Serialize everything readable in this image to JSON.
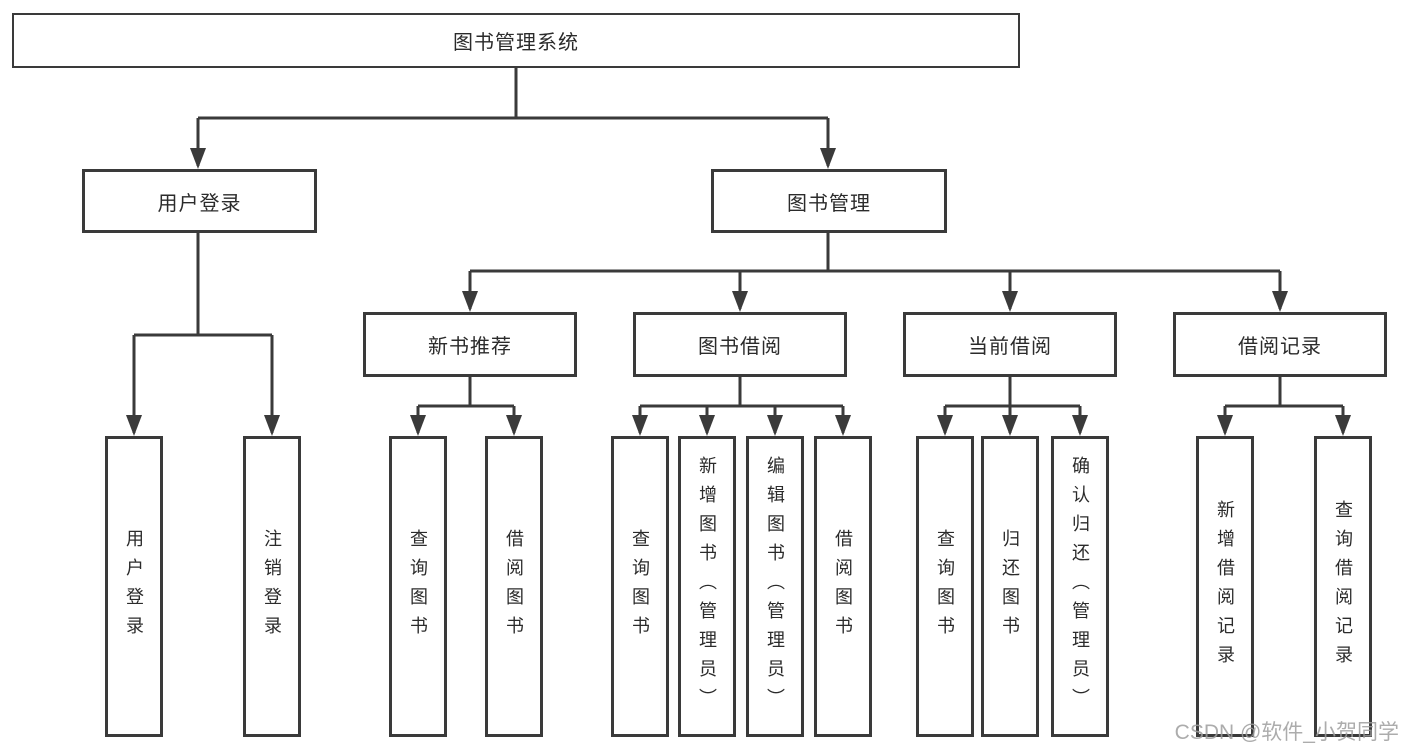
{
  "tree": {
    "label": "图书管理系统",
    "children": [
      {
        "label": "用户登录",
        "children": [
          {
            "label": "用户登录"
          },
          {
            "label": "注销登录"
          }
        ]
      },
      {
        "label": "图书管理",
        "children": [
          {
            "label": "新书推荐",
            "children": [
              {
                "label": "查询图书"
              },
              {
                "label": "借阅图书"
              }
            ]
          },
          {
            "label": "图书借阅",
            "children": [
              {
                "label": "查询图书"
              },
              {
                "label": "新增图书（管理员）"
              },
              {
                "label": "编辑图书（管理员）"
              },
              {
                "label": "借阅图书"
              }
            ]
          },
          {
            "label": "当前借阅",
            "children": [
              {
                "label": "查询图书"
              },
              {
                "label": "归还图书"
              },
              {
                "label": "确认归还（管理员）"
              }
            ]
          },
          {
            "label": "借阅记录",
            "children": [
              {
                "label": "新增借阅记录"
              },
              {
                "label": "查询借阅记录"
              }
            ]
          }
        ]
      }
    ]
  },
  "watermark": "CSDN @软件_小贺同学",
  "colors": {
    "line": "#3a3a3a",
    "box_border": "#3a3a3a",
    "box_fill": "#ffffff",
    "text": "#2b2b2b",
    "background": "#ffffff",
    "watermark": "#9e9e9e"
  }
}
